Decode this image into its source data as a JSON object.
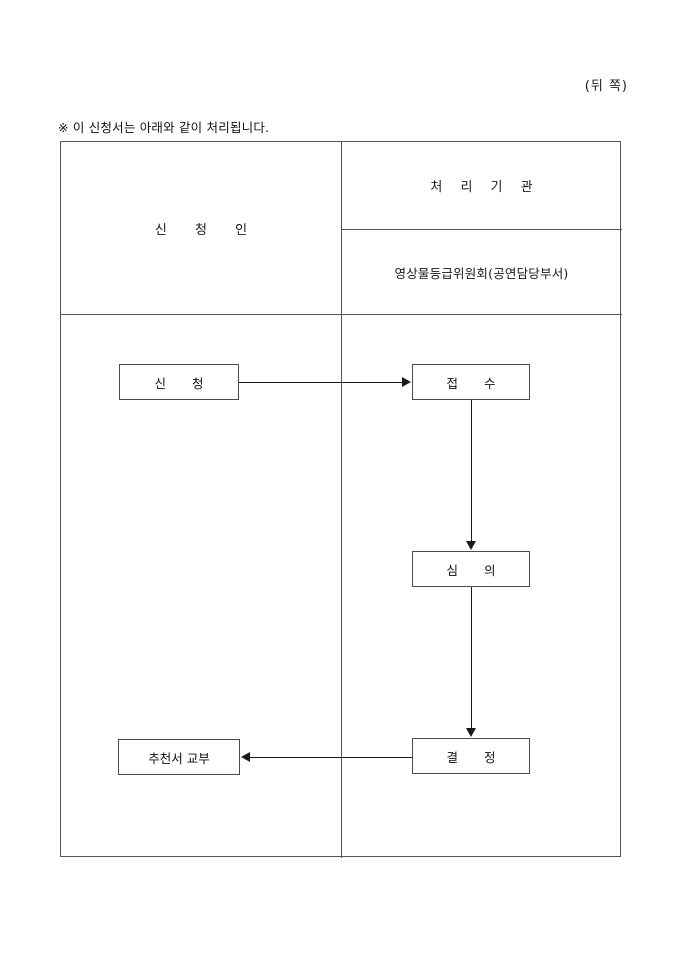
{
  "page": {
    "side_marker": "(뒤 쪽)",
    "note": "※ 이 신청서는 아래와 같이 처리됩니다."
  },
  "table": {
    "headers": {
      "applicant": "신 청 인",
      "agency_title": "처 리 기 관",
      "agency_name": "영상물등급위원회(공연담당부서)"
    }
  },
  "flowchart": {
    "type": "process-flow",
    "nodes": [
      {
        "id": "apply",
        "label": "신  청",
        "column": "applicant"
      },
      {
        "id": "receive",
        "label": "접  수",
        "column": "agency"
      },
      {
        "id": "review",
        "label": "심  의",
        "column": "agency"
      },
      {
        "id": "decide",
        "label": "결  정",
        "column": "agency"
      },
      {
        "id": "issue",
        "label": "추천서 교부",
        "column": "applicant"
      }
    ],
    "edges": [
      {
        "from": "apply",
        "to": "receive",
        "direction": "right"
      },
      {
        "from": "receive",
        "to": "review",
        "direction": "down"
      },
      {
        "from": "review",
        "to": "decide",
        "direction": "down"
      },
      {
        "from": "decide",
        "to": "issue",
        "direction": "left"
      }
    ]
  },
  "colors": {
    "page_background": "#ffffff",
    "text": "#111111",
    "table_border": "#555555",
    "box_border": "#4a4a4a",
    "connector": "#1a1a1a"
  }
}
